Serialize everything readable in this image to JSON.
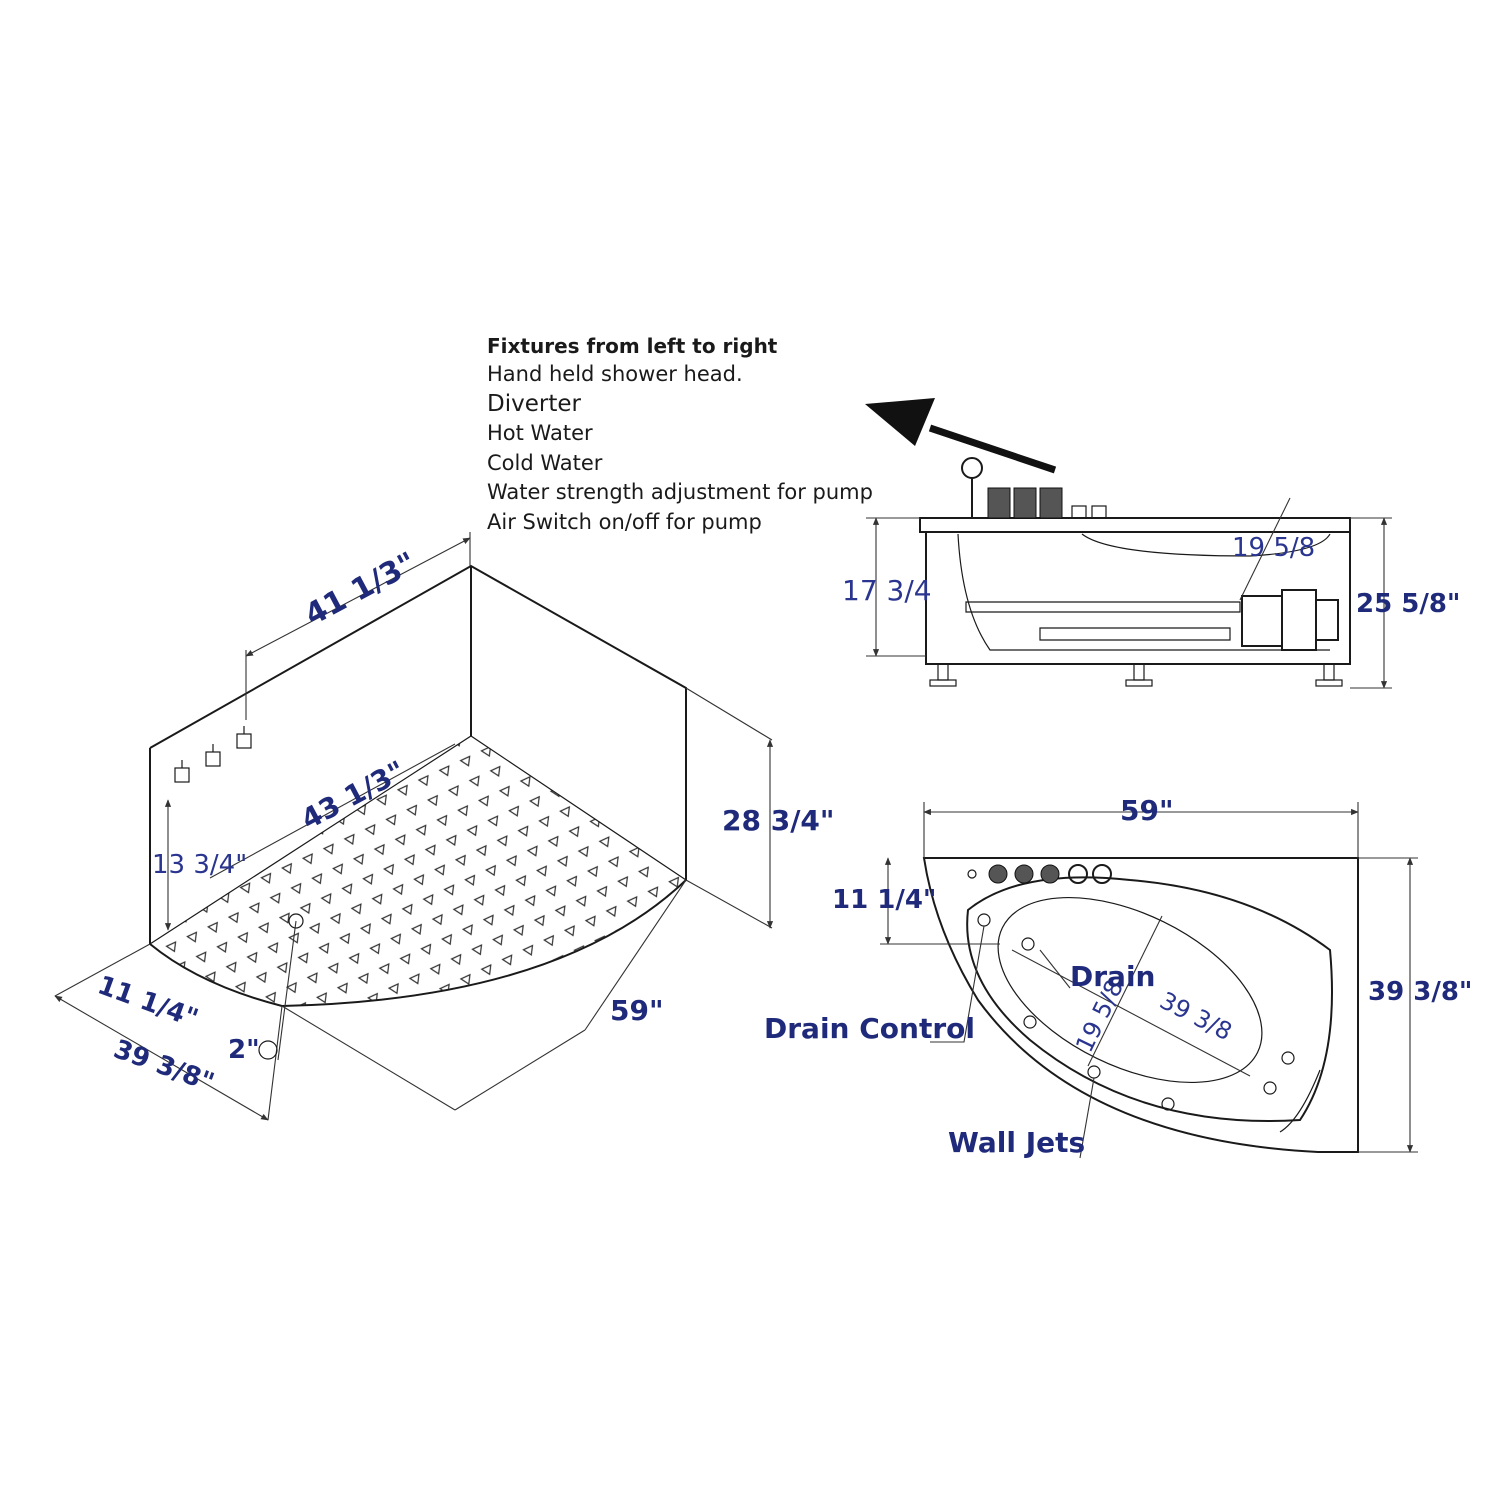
{
  "fixtures": {
    "heading": "Fixtures from left to right",
    "items": [
      "Hand held shower head.",
      "Diverter",
      "Hot Water",
      "Cold Water",
      "Water strength adjustment for pump",
      "Air Switch on/off for pump"
    ]
  },
  "iso_view": {
    "dim_back_width": "41 1/3\"",
    "dim_inner_width": "43 1/3\"",
    "dim_height": "28 3/4\"",
    "dim_fixture_height": "13 3/4\"",
    "dim_side_inset": "11 1/4\"",
    "dim_depth": "39 3/8\"",
    "dim_length": "59\"",
    "dim_drain": "2\""
  },
  "side_view": {
    "dim_water_depth": "17 3/4",
    "dim_inner_depth": "19 5/8",
    "dim_total_height": "25 5/8\""
  },
  "top_view": {
    "dim_length": "59\"",
    "dim_inset": "11 1/4\"",
    "dim_width": "39 3/8\"",
    "dim_basin_length": "39 3/8",
    "dim_basin_width": "19 5/8",
    "label_drain": "Drain",
    "label_drain_control": "Drain Control",
    "label_wall_jets": "Wall Jets"
  },
  "colors": {
    "dimension_text": "#1f2a7a",
    "line": "#1a1a1a"
  }
}
